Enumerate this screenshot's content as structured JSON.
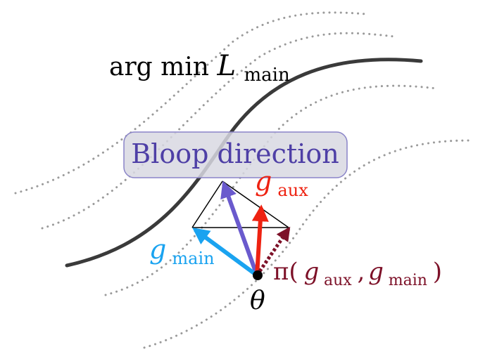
{
  "title": {
    "prefix": "arg min ",
    "symbol": "L",
    "subscript": "main"
  },
  "bloop_box": {
    "label": "Bloop direction"
  },
  "vectors": {
    "g_main": {
      "symbol": "g",
      "subscript": "main"
    },
    "g_aux": {
      "symbol": "g",
      "subscript": "aux"
    },
    "projection": {
      "prefix": "π(",
      "sym1": "g",
      "sub1": "aux",
      "sep": ", ",
      "sym2": "g",
      "sub2": "main",
      "suffix": ")"
    },
    "theta": {
      "symbol": "θ"
    }
  },
  "colors": {
    "main_curve": "#3a3a3a",
    "dotted_contour": "#9a9a9a",
    "bloop_fill": "#dcdce6",
    "bloop_stroke": "#8a84c8",
    "bloop_text": "#4e3fa6",
    "bloop_arrow": "#6a5acd",
    "g_main": "#1aa3f0",
    "g_aux": "#ee2211",
    "projection": "#7d1128",
    "text": "#000000"
  }
}
